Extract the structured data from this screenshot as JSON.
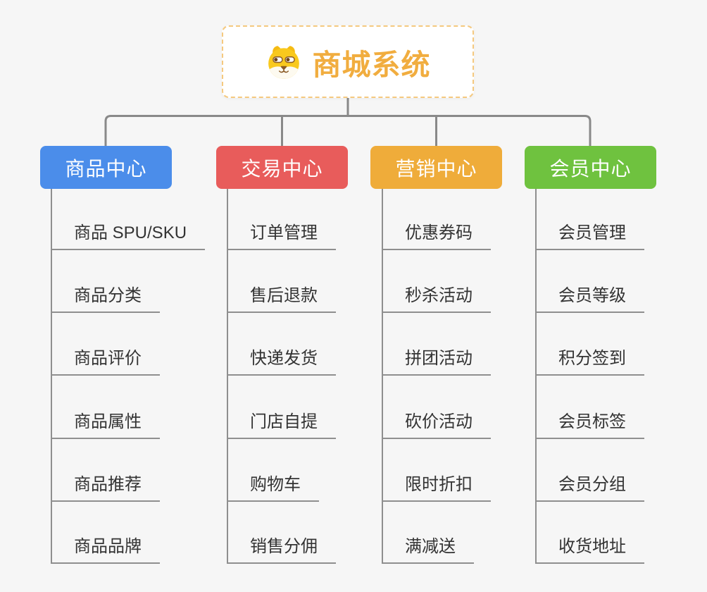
{
  "root": {
    "title": "商城系统",
    "icon": "dog-face-icon"
  },
  "branches": [
    {
      "label": "商品中心",
      "color": "#4B8DEA",
      "items": [
        "商品 SPU/SKU",
        "商品分类",
        "商品评价",
        "商品属性",
        "商品推荐",
        "商品品牌"
      ]
    },
    {
      "label": "交易中心",
      "color": "#E85C5B",
      "items": [
        "订单管理",
        "售后退款",
        "快递发货",
        "门店自提",
        "购物车",
        "销售分佣"
      ]
    },
    {
      "label": "营销中心",
      "color": "#EFAC3A",
      "items": [
        "优惠券码",
        "秒杀活动",
        "拼团活动",
        "砍价活动",
        "限时折扣",
        "满减送"
      ]
    },
    {
      "label": "会员中心",
      "color": "#6FC23F",
      "items": [
        "会员管理",
        "会员等级",
        "积分签到",
        "会员标签",
        "会员分组",
        "收货地址"
      ]
    }
  ],
  "colors": {
    "background": "#F6F6F6",
    "connector": "#8C8C8C",
    "root_title": "#F1AD3F",
    "root_border": "#F5C97F",
    "item_text": "#333333"
  }
}
